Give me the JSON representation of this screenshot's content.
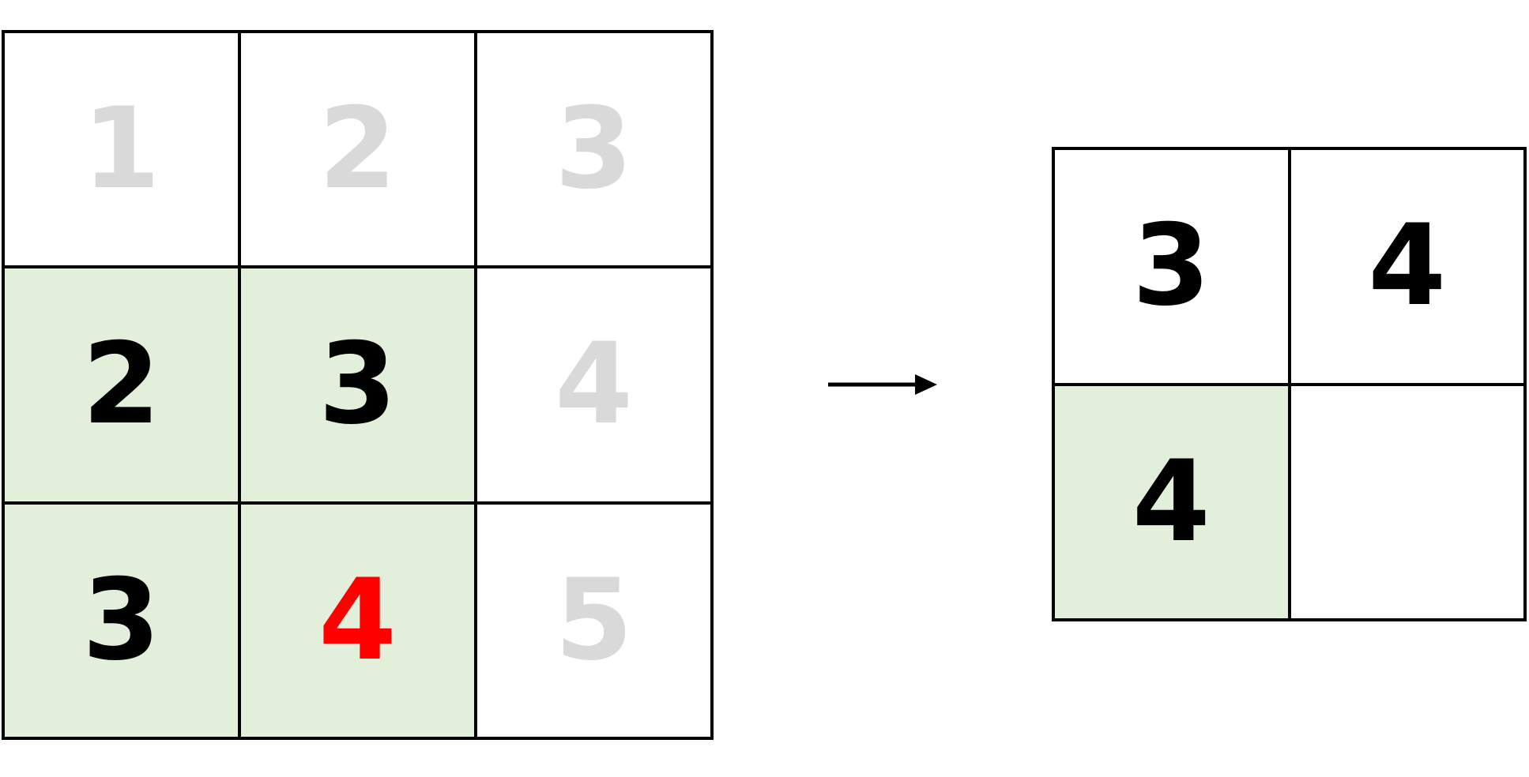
{
  "colors": {
    "highlight": "#e2efda",
    "background": "#ffffff",
    "text_default": "#000000",
    "text_faded": "#d9d9d9",
    "text_emphasis": "#ff0000",
    "border": "#000000"
  },
  "left_grid": {
    "rows": 3,
    "cols": 3,
    "cells": [
      {
        "value": "1",
        "fill": "white",
        "text": "faded"
      },
      {
        "value": "2",
        "fill": "white",
        "text": "faded"
      },
      {
        "value": "3",
        "fill": "white",
        "text": "faded"
      },
      {
        "value": "2",
        "fill": "green",
        "text": "default"
      },
      {
        "value": "3",
        "fill": "green",
        "text": "default"
      },
      {
        "value": "4",
        "fill": "white",
        "text": "faded"
      },
      {
        "value": "3",
        "fill": "green",
        "text": "default"
      },
      {
        "value": "4",
        "fill": "green",
        "text": "emphasis"
      },
      {
        "value": "5",
        "fill": "white",
        "text": "faded"
      }
    ]
  },
  "arrow": {
    "icon": "right-arrow-icon"
  },
  "right_grid": {
    "rows": 2,
    "cols": 2,
    "cells": [
      {
        "value": "3",
        "fill": "white",
        "text": "default"
      },
      {
        "value": "4",
        "fill": "white",
        "text": "default"
      },
      {
        "value": "4",
        "fill": "green",
        "text": "default"
      },
      {
        "value": "",
        "fill": "white",
        "text": "default"
      }
    ]
  }
}
